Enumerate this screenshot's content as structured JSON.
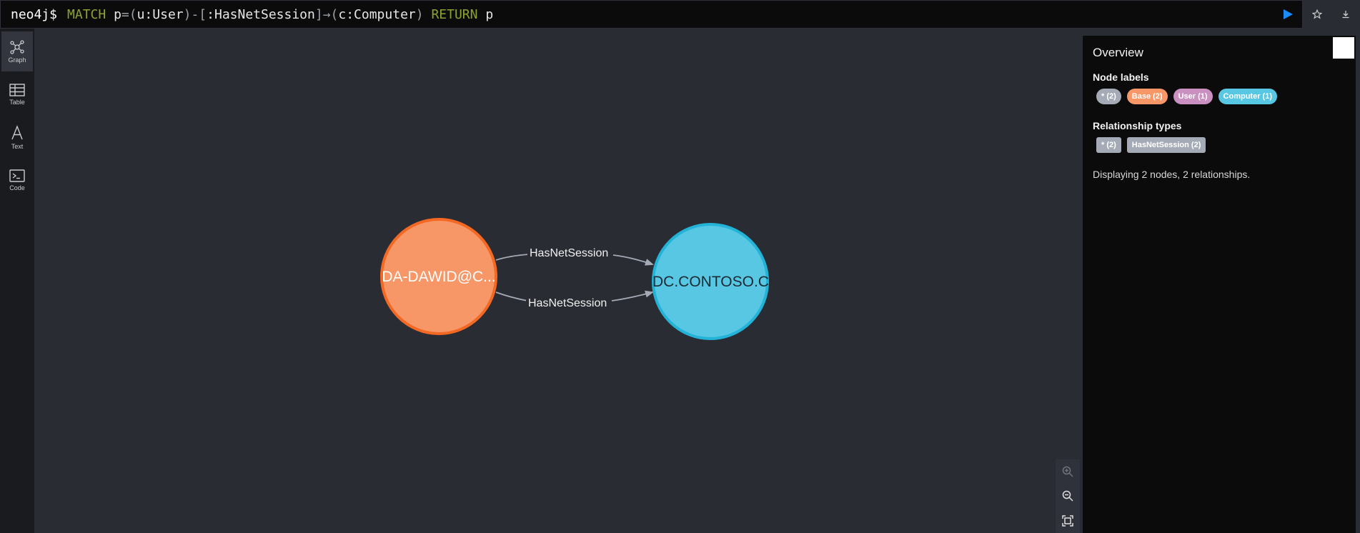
{
  "query": {
    "prompt": "neo4j$",
    "tokens": [
      {
        "t": "MATCH",
        "c": "kw"
      },
      {
        "t": " ",
        "c": "id"
      },
      {
        "t": "p",
        "c": "id"
      },
      {
        "t": "=(",
        "c": "punc"
      },
      {
        "t": "u:User",
        "c": "id"
      },
      {
        "t": ")-[",
        "c": "punc"
      },
      {
        "t": ":HasNetSession",
        "c": "id"
      },
      {
        "t": "]→(",
        "c": "punc"
      },
      {
        "t": "c:Computer",
        "c": "id"
      },
      {
        "t": ")",
        "c": "punc"
      },
      {
        "t": " ",
        "c": "id"
      },
      {
        "t": "RETURN",
        "c": "kw"
      },
      {
        "t": " ",
        "c": "id"
      },
      {
        "t": "p",
        "c": "id"
      }
    ]
  },
  "sidebar": {
    "items": [
      {
        "label": "Graph",
        "icon": "graph-icon"
      },
      {
        "label": "Table",
        "icon": "table-icon"
      },
      {
        "label": "Text",
        "icon": "text-icon"
      },
      {
        "label": "Code",
        "icon": "code-icon"
      }
    ]
  },
  "graph": {
    "nodes": [
      {
        "id": "user",
        "label": "DA-DAWID@C...",
        "fill": "#f79767",
        "stroke": "#f36924"
      },
      {
        "id": "computer",
        "label": "DC.CONTOSO.C...",
        "fill": "#57c7e3",
        "stroke": "#23b3d7"
      }
    ],
    "relationships": [
      {
        "label": "HasNetSession",
        "from": "user",
        "to": "computer"
      },
      {
        "label": "HasNetSession",
        "from": "user",
        "to": "computer"
      }
    ]
  },
  "overview": {
    "title": "Overview",
    "node_labels_heading": "Node labels",
    "node_labels": [
      {
        "text": "* (2)",
        "color": "#a5abb6"
      },
      {
        "text": "Base (2)",
        "color": "#f79767"
      },
      {
        "text": "User (1)",
        "color": "#c990c0"
      },
      {
        "text": "Computer (1)",
        "color": "#57c7e3"
      }
    ],
    "rel_types_heading": "Relationship types",
    "rel_types": [
      {
        "text": "* (2)",
        "color": "#a5abb6"
      },
      {
        "text": "HasNetSession (2)",
        "color": "#a5abb6"
      }
    ],
    "summary": "Displaying 2 nodes, 2 relationships."
  },
  "colors": {
    "accent": "#1a8cff",
    "background": "#292c33"
  }
}
